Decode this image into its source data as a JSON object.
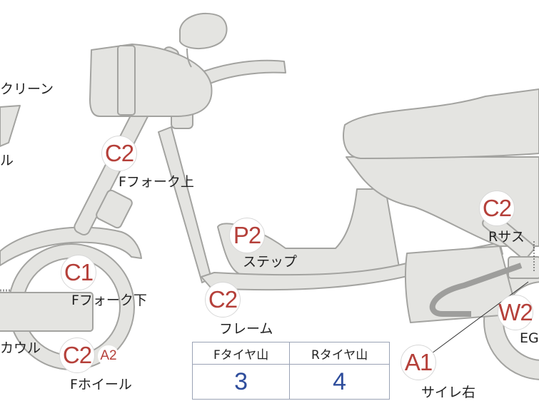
{
  "colors": {
    "body_fill": "#e4e4e1",
    "body_stroke": "#a3a3a0",
    "accent_red": "#b5403a",
    "value_blue": "#2e4d9c",
    "dark_gray": "#9e9e9c"
  },
  "parts": [
    {
      "code": "C2",
      "label": "Fフォーク上"
    },
    {
      "code": "P2",
      "label": "ステップ"
    },
    {
      "code": "C2",
      "label": "Rサス"
    },
    {
      "code": "C1",
      "label": "Fフォーク下"
    },
    {
      "code": "C2",
      "label": "フレーム"
    },
    {
      "code": "W2",
      "label": "EG"
    },
    {
      "code": "C2",
      "label": "Fホイール"
    },
    {
      "code": "A1",
      "label": "サイレ右"
    },
    {
      "code": "",
      "label": "カウル"
    },
    {
      "code": "",
      "label": "クリーン"
    },
    {
      "code": "",
      "label": "ル"
    }
  ],
  "extra_codes": [
    "A2"
  ],
  "tire_table": {
    "headers": [
      "Fタイヤ山",
      "Rタイヤ山"
    ],
    "values": [
      "3",
      "4"
    ]
  }
}
